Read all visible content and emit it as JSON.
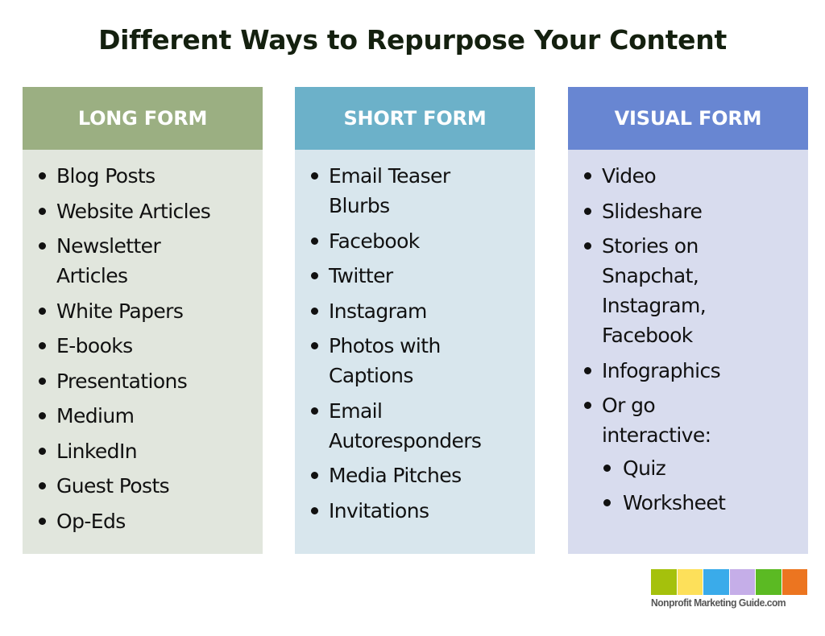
{
  "title": "Different Ways to Repurpose Your Content",
  "columns": [
    {
      "header": "LONG FORM",
      "header_color": "#9baf82",
      "body_color": "#e1e6dd",
      "items": [
        {
          "label": "Blog Posts"
        },
        {
          "label": "Website Articles"
        },
        {
          "label": "Newsletter Articles"
        },
        {
          "label": "White Papers"
        },
        {
          "label": "E-books"
        },
        {
          "label": "Presentations"
        },
        {
          "label": "Medium"
        },
        {
          "label": "LinkedIn"
        },
        {
          "label": "Guest Posts"
        },
        {
          "label": "Op-Eds"
        }
      ]
    },
    {
      "header": "SHORT FORM",
      "header_color": "#6cb1c9",
      "body_color": "#d8e6ed",
      "items": [
        {
          "label": "Email Teaser Blurbs"
        },
        {
          "label": "Facebook"
        },
        {
          "label": "Twitter"
        },
        {
          "label": "Instagram"
        },
        {
          "label": "Photos with Captions"
        },
        {
          "label": "Email Autoresponders"
        },
        {
          "label": "Media Pitches"
        },
        {
          "label": "Invitations"
        }
      ]
    },
    {
      "header": "VISUAL FORM",
      "header_color": "#6886d2",
      "body_color": "#d8dcee",
      "items": [
        {
          "label": "Video"
        },
        {
          "label": "Slideshare"
        },
        {
          "label": "Stories on Snapchat, Instagram, Facebook"
        },
        {
          "label": "Infographics"
        },
        {
          "label": "Or go interactive:",
          "sub_items": [
            {
              "label": "Quiz"
            },
            {
              "label": "Worksheet"
            }
          ]
        }
      ]
    }
  ],
  "logo": {
    "text": "Nonprofit Marketing Guide.com",
    "squares": [
      "#a5c10c",
      "#fde05a",
      "#3aabea",
      "#c5aee8",
      "#5bba23",
      "#ec7520"
    ]
  }
}
